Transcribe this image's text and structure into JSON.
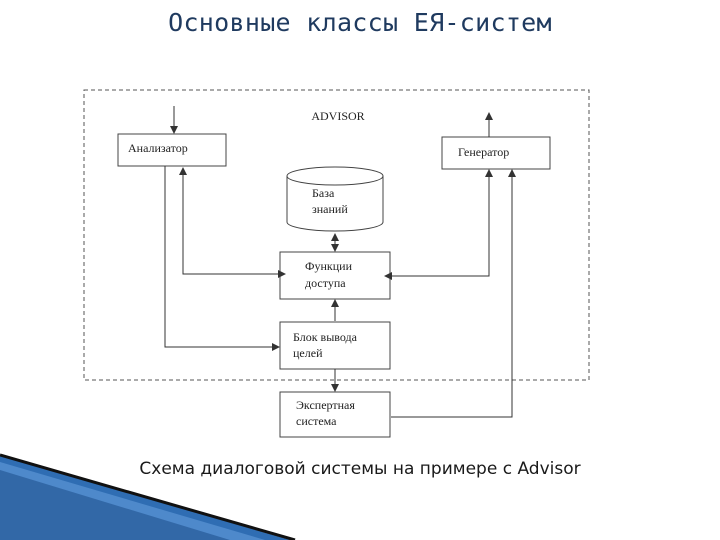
{
  "title": "Основные классы ЕЯ-систем",
  "caption": "Схема диалоговой системы на примере с Advisor",
  "diagram": {
    "container_label": "ADVISOR",
    "nodes": {
      "analyzer": "Анализатор",
      "generator": "Генератор",
      "kb_line1": "База",
      "kb_line2": "знаний",
      "access_line1": "Функции",
      "access_line2": "доступа",
      "goal_line1": "Блок вывода",
      "goal_line2": "целей",
      "expert_line1": "Экспертная",
      "expert_line2": "система"
    }
  },
  "colors": {
    "title": "#1f3a5f",
    "decor_blue": "#2f6db3",
    "line": "#444444"
  }
}
